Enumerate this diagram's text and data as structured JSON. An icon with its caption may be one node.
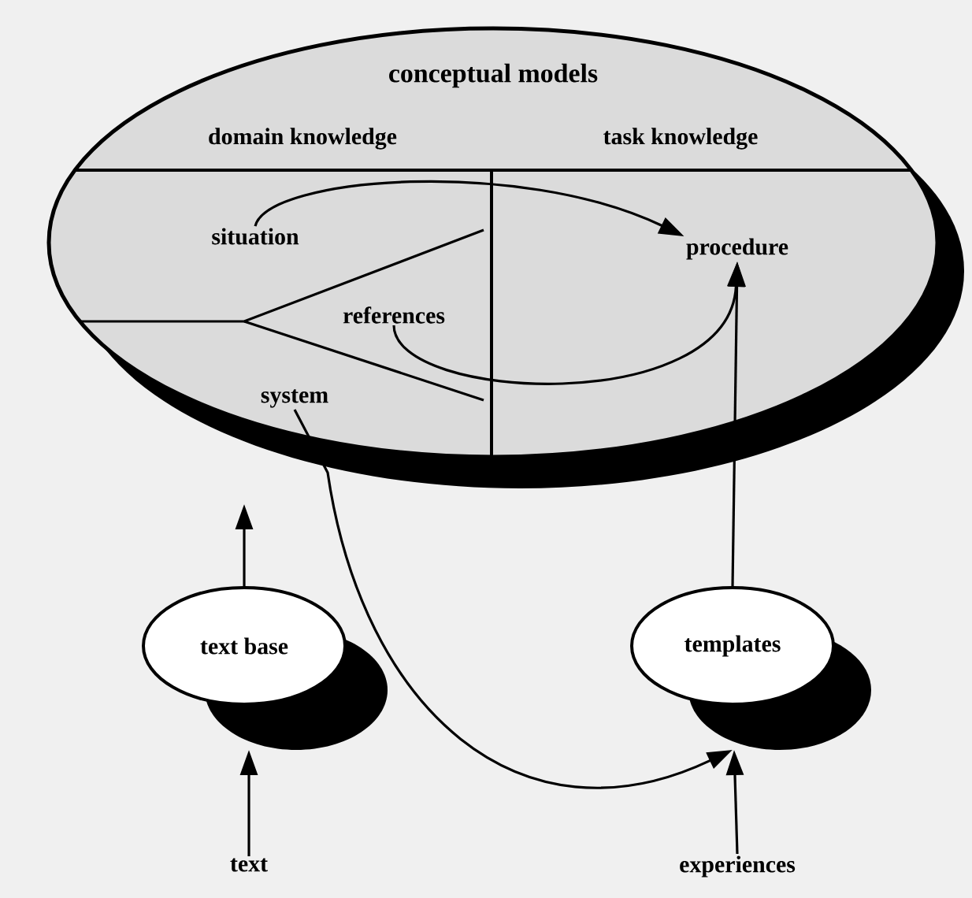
{
  "diagram": {
    "nodes": [
      {
        "text": [
          "conceptual models",
          "domain knowledge",
          "task knowledge"
        ]
      },
      {
        "text": [
          "situation"
        ],
        "in": 0
      },
      {
        "text": [
          "procedure"
        ],
        "in": 0
      },
      {
        "text": [
          "references"
        ],
        "in": 0
      },
      {
        "text": [
          "system"
        ],
        "in": 0
      },
      {
        "text": [
          "text base"
        ]
      },
      {
        "text": [
          "templates"
        ]
      },
      {
        "text": [
          "text"
        ]
      },
      {
        "text": [
          "experiences"
        ]
      }
    ],
    "edges": [
      {
        "from": 1,
        "to": 2,
        "arrow": "to"
      },
      {
        "from": 3,
        "to": 2,
        "arrow": "to"
      },
      {
        "from": 6,
        "to": 2,
        "arrow": "to"
      },
      {
        "from": 5,
        "to": 0,
        "arrow": "to"
      },
      {
        "from": 4,
        "to": 6,
        "arrow": "to"
      },
      {
        "from": 7,
        "to": 5,
        "arrow": "to"
      },
      {
        "from": 8,
        "to": 6,
        "arrow": "to"
      }
    ]
  }
}
